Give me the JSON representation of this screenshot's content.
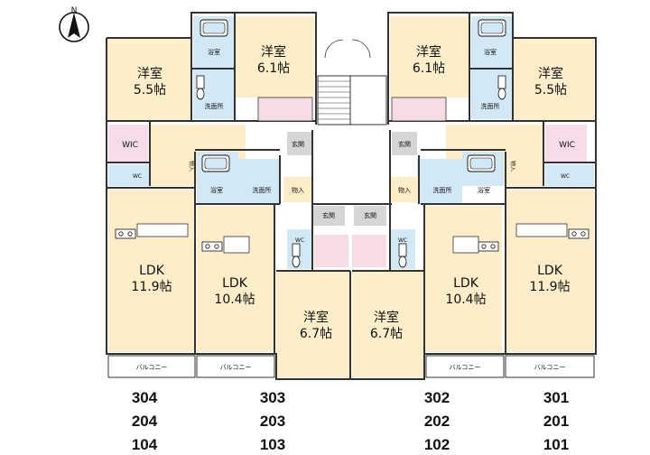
{
  "compass": {
    "label": "N"
  },
  "rooms": {
    "western_55": {
      "name": "洋室",
      "size": "5.5帖"
    },
    "western_61": {
      "name": "洋室",
      "size": "6.1帖"
    },
    "western_67": {
      "name": "洋室",
      "size": "6.7帖"
    },
    "ldk_119": {
      "name": "LDK",
      "size": "11.9帖"
    },
    "ldk_104": {
      "name": "LDK",
      "size": "10.4帖"
    }
  },
  "labels": {
    "bath": "浴室",
    "washroom": "洗面所",
    "wic": "WIC",
    "wc": "WC",
    "entrance": "玄関",
    "storage": "物入",
    "balcony": "バルコニー"
  },
  "units": [
    {
      "column": "304",
      "floor2": "204",
      "floor1": "104"
    },
    {
      "column": "303",
      "floor2": "203",
      "floor1": "103"
    },
    {
      "column": "302",
      "floor2": "202",
      "floor1": "102"
    },
    {
      "column": "301",
      "floor2": "201",
      "floor1": "101"
    }
  ],
  "colors": {
    "room": "#fdedc8",
    "wet": "#d3e8f5",
    "wic": "#f5dce8",
    "entrance": "#d6d6d6",
    "stair": "#f7dde3",
    "wall": "#333333"
  }
}
